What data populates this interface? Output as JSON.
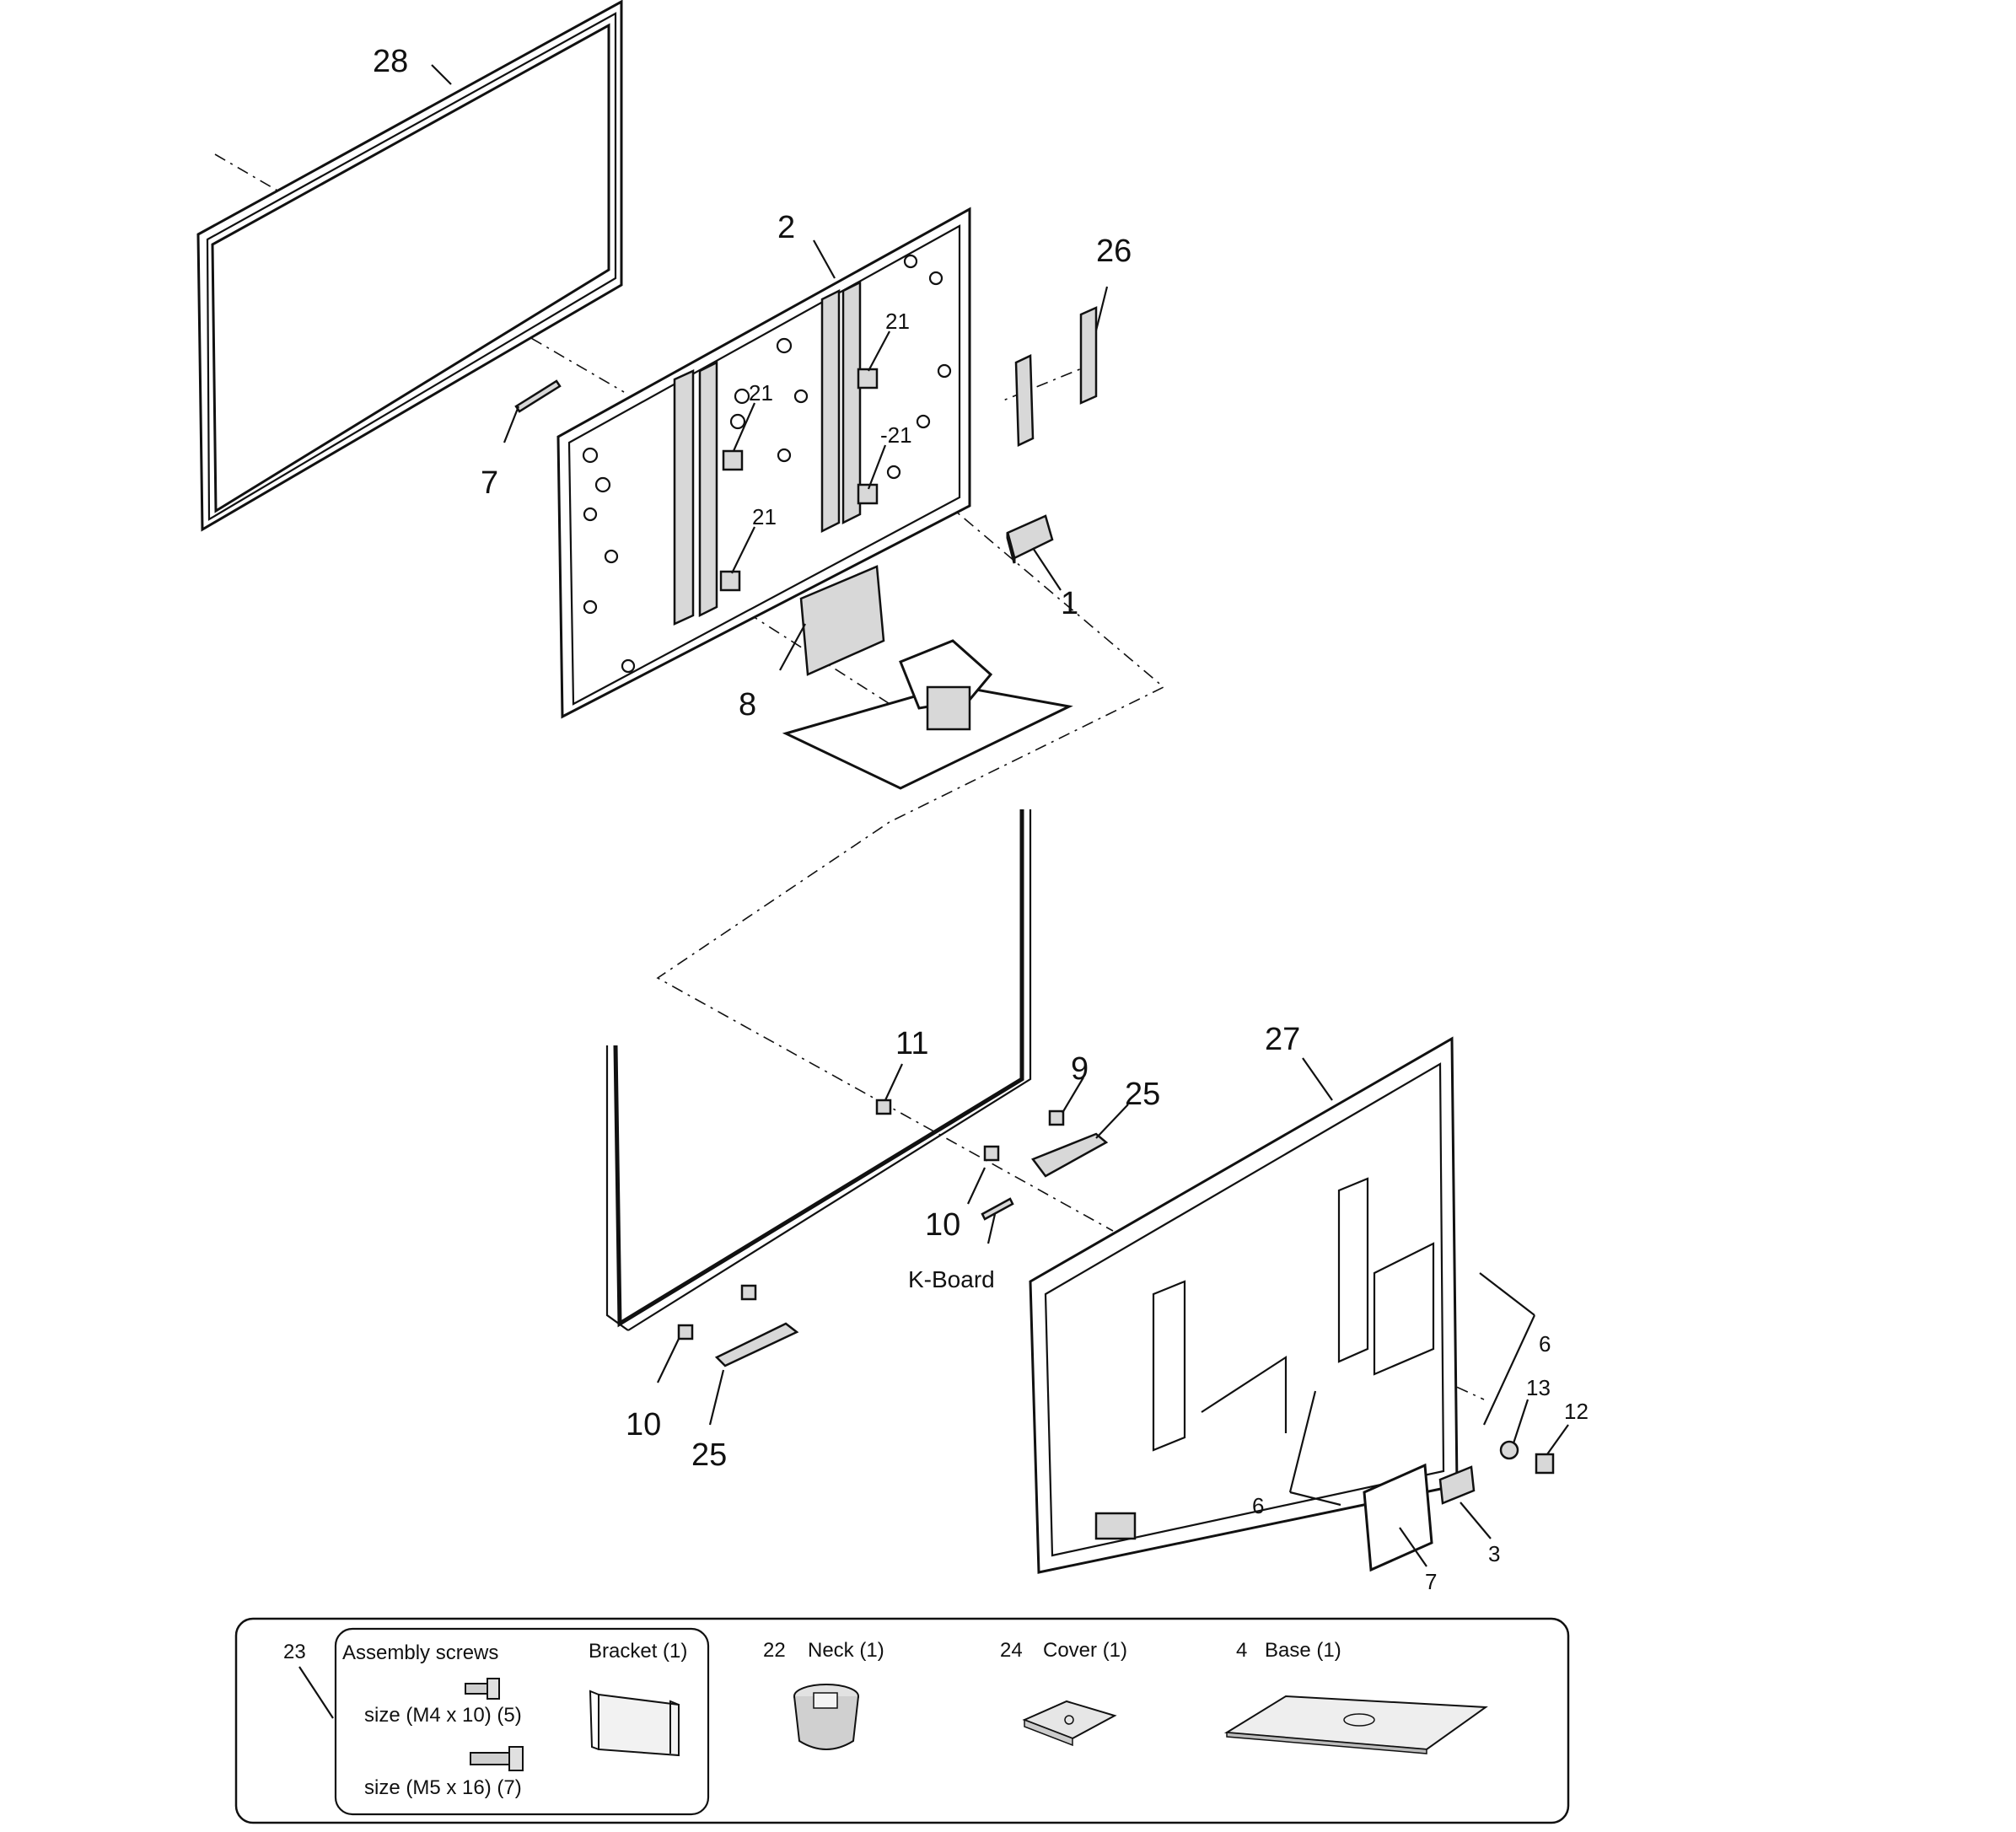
{
  "callouts": {
    "c28": "28",
    "c2": "2",
    "c26": "26",
    "c21a": "21",
    "c21b": "21",
    "c21c": "-21",
    "c21d": "21",
    "c7a": "7",
    "c1": "1",
    "c8": "8",
    "c11": "11",
    "c9": "9",
    "c25a": "25",
    "c27": "27",
    "c10a": "10",
    "kboard": "K-Board",
    "c10b": "10",
    "c25b": "25",
    "c6a": "6",
    "c13": "13",
    "c12": "12",
    "c6b": "6",
    "c3": "3",
    "c7b": "7"
  },
  "legend": {
    "c23": "23",
    "screws_title": "Assembly screws",
    "bracket_title": "Bracket (1)",
    "screw1": "size (M4 x 10)  (5)",
    "screw2": "size (M5 x 16) (7)",
    "neck_num": "22",
    "neck_title": "Neck (1)",
    "cover_num": "24",
    "cover_title": "Cover (1)",
    "base_num": "4",
    "base_title": "Base (1)"
  }
}
